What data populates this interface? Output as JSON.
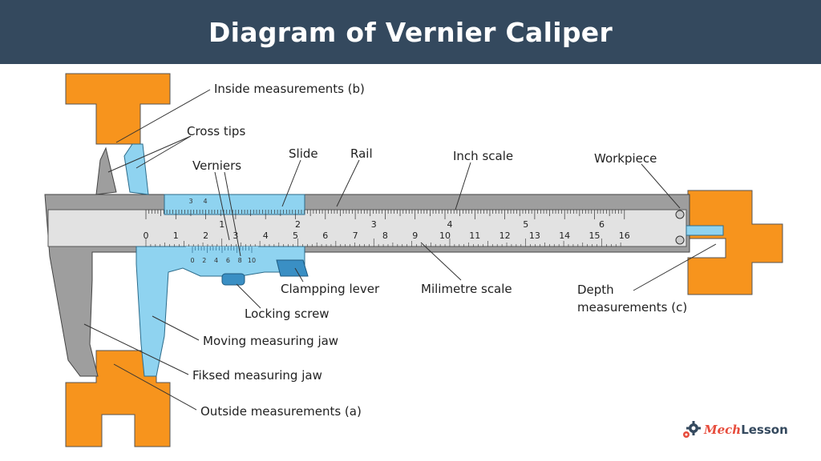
{
  "title": "Diagram of Vernier Caliper",
  "labels": {
    "inside_measurements": "Inside measurements (b)",
    "cross_tips": "Cross tips",
    "verniers": "Verniers",
    "slide": "Slide",
    "rail": "Rail",
    "inch_scale": "Inch scale",
    "workpiece": "Workpiece",
    "clamping_lever": "Clampping lever",
    "milimetre_scale": "Milimetre scale",
    "locking_screw": "Locking screw",
    "moving_jaw": "Moving measuring jaw",
    "fixed_jaw": "Fiksed measuring jaw",
    "outside_measurements": "Outside measurements (a)",
    "depth_line1": "Depth",
    "depth_line2": "measurements (c)"
  },
  "scales": {
    "main_numbers": [
      "0",
      "1",
      "2",
      "3",
      "4",
      "5",
      "6",
      "7",
      "8",
      "9",
      "10",
      "11",
      "12",
      "13",
      "14",
      "15",
      "16"
    ],
    "inch_numbers": [
      "1",
      "2",
      "3",
      "4",
      "5",
      "6"
    ],
    "vernier_bottom": [
      "0",
      "2",
      "4",
      "6",
      "8",
      "10"
    ],
    "vernier_top": [
      "3",
      "4"
    ]
  },
  "logo": {
    "part1": "Mech",
    "part2": "Lesson"
  },
  "colors": {
    "header": "#34495e",
    "workpiece": "#f7941d",
    "moving": "#8fd3f0",
    "fixed": "#9c9c9c"
  }
}
